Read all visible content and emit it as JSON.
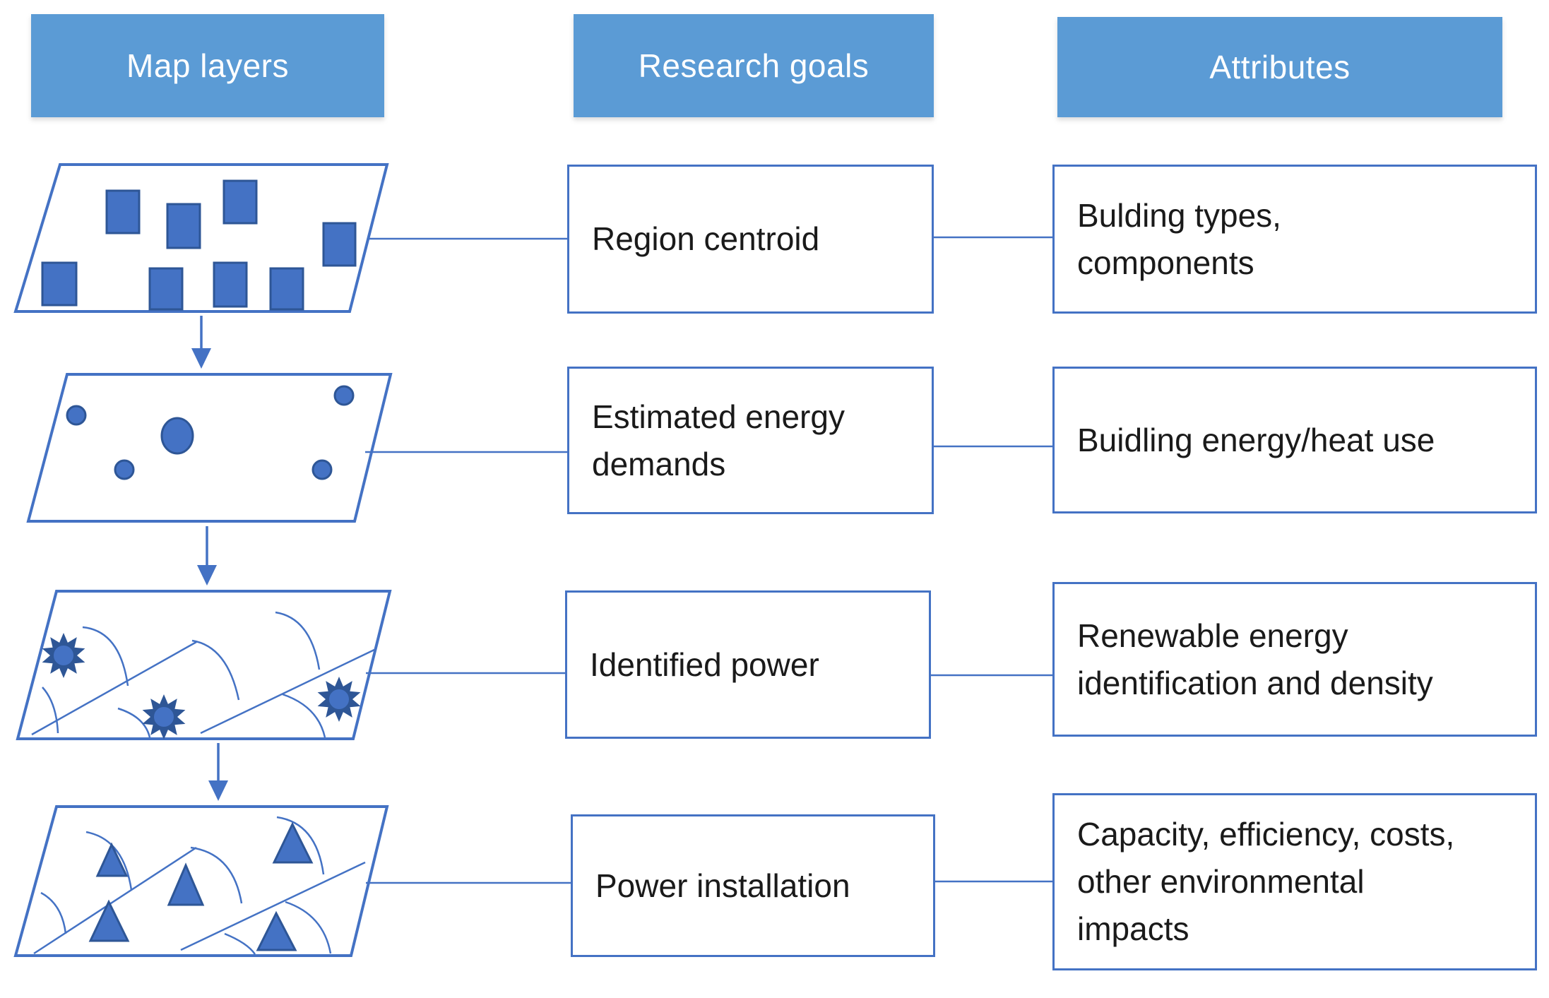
{
  "diagram": {
    "title": "GIS layers to research goals mapping",
    "headers": [
      {
        "id": "map-layers",
        "label": "Map layers"
      },
      {
        "id": "research-goals",
        "label": "Research goals"
      },
      {
        "id": "attributes",
        "label": "Attributes"
      }
    ],
    "rows": [
      {
        "layer_icon": "building-squares-map-icon",
        "goal": "Region centroid",
        "attribute": "Bulding types,\ncomponents"
      },
      {
        "layer_icon": "demand-points-map-icon",
        "goal": "Estimated energy\ndemands",
        "attribute": "Buidling energy/heat use"
      },
      {
        "layer_icon": "power-source-stars-map-icon",
        "goal": "Identified power",
        "attribute": "Renewable energy\nidentification and density"
      },
      {
        "layer_icon": "installation-triangles-map-icon",
        "goal": "Power installation",
        "attribute": "Capacity, efficiency, costs,\nother environmental\nimpacts"
      }
    ],
    "colors": {
      "header_fill": "#5b9bd5",
      "header_text": "#ffffff",
      "box_border": "#4472c4",
      "line": "#4472c4",
      "shape_fill": "#4472c4",
      "shape_stroke": "#2e5696",
      "text": "#1a1a1a",
      "background": "#ffffff"
    }
  }
}
